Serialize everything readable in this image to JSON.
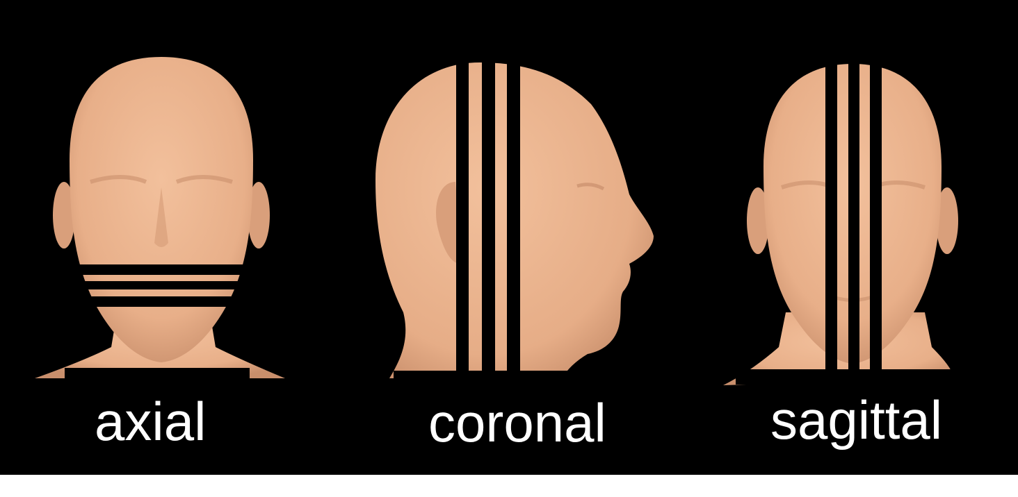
{
  "labels": {
    "axial": "axial",
    "coronal": "coronal",
    "sagittal": "sagittal"
  },
  "colors": {
    "background": "#000000",
    "skin": "#eab28d",
    "skin_shadow": "#c98f6c",
    "slice_lines": "#000000",
    "label_text": "#ffffff",
    "bottom_strip": "#ffffff"
  }
}
